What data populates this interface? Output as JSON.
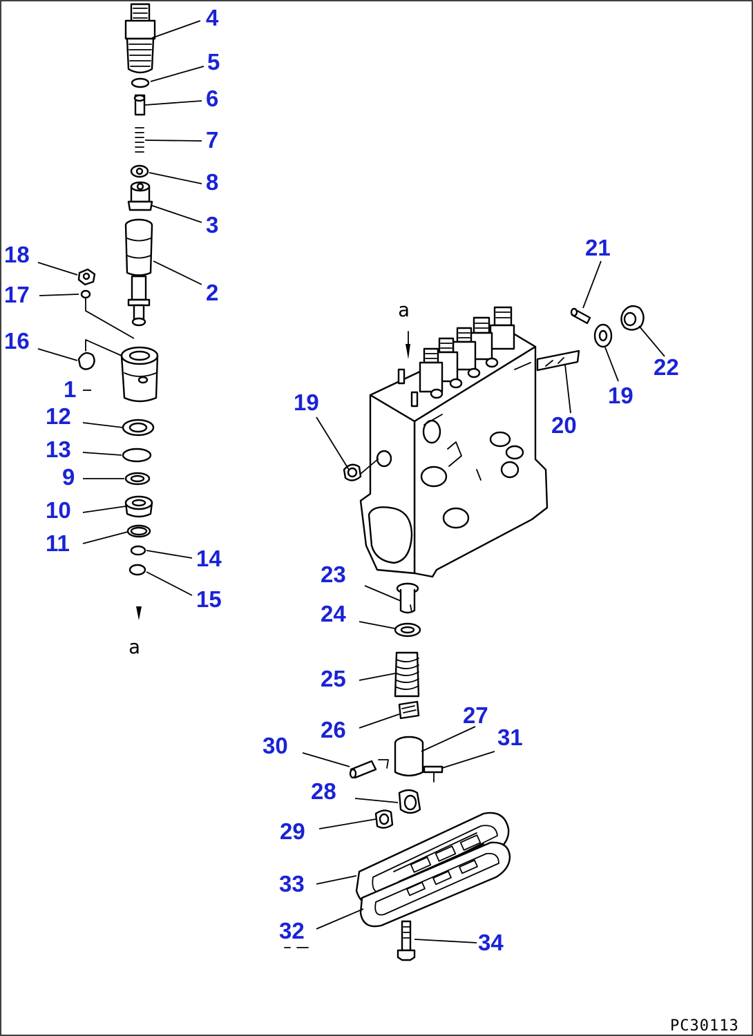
{
  "drawing_code": "PC30113",
  "view_markers": {
    "lower": "a",
    "upper": "a"
  },
  "callouts": {
    "c1": "1",
    "c2": "2",
    "c3": "3",
    "c4": "4",
    "c5": "5",
    "c6": "6",
    "c7": "7",
    "c8": "8",
    "c9": "9",
    "c10": "10",
    "c11": "11",
    "c12": "12",
    "c13": "13",
    "c14": "14",
    "c15": "15",
    "c16": "16",
    "c17": "17",
    "c18": "18",
    "c19a": "19",
    "c19b": "19",
    "c20": "20",
    "c21": "21",
    "c22": "22",
    "c23": "23",
    "c24": "24",
    "c25": "25",
    "c26": "26",
    "c27": "27",
    "c28": "28",
    "c29": "29",
    "c30": "30",
    "c31": "31",
    "c32": "32",
    "c33": "33",
    "c34": "34"
  },
  "colors": {
    "callout": "#1a23d6",
    "line": "#000000",
    "background": "#ffffff"
  }
}
